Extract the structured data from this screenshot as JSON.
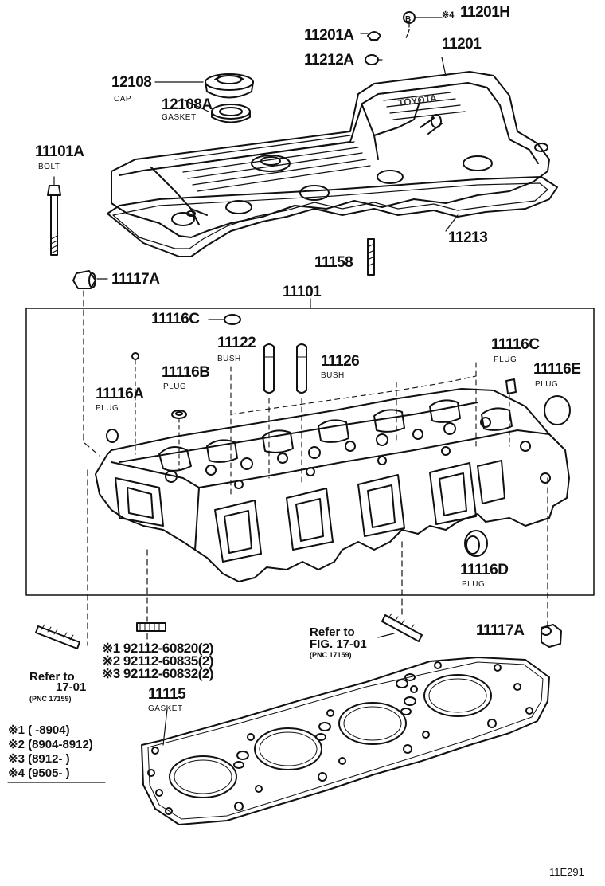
{
  "parts": {
    "p11201H": "11201H",
    "p11201A": "11201A",
    "p11212A": "11212A",
    "p11201": "11201",
    "p12108": "12108",
    "cap": "CAP",
    "p12108A": "12108A",
    "gasket1": "GASKET",
    "p11101A": "11101A",
    "bolt": "BOLT",
    "p11213": "11213",
    "p11158": "11158",
    "p11117A_top": "11117A",
    "p11101": "11101",
    "p11116C_a": "11116C",
    "p11122": "11122",
    "bush1": "BUSH",
    "p11126": "11126",
    "bush2": "BUSH",
    "p11116C_b": "11116C",
    "plug_c": "PLUG",
    "p11116E": "11116E",
    "plug_e": "PLUG",
    "p11116B": "11116B",
    "plug_b": "PLUG",
    "p11116A": "11116A",
    "plug_a": "PLUG",
    "p11116D": "11116D",
    "plug_d": "PLUG",
    "p11117A_bottom": "11117A",
    "stud1": "※1 92112-60820(2)",
    "stud2": "※2 92112-60835(2)",
    "stud3": "※3 92112-60832(2)",
    "p11115": "11115",
    "gasket2": "GASKET"
  },
  "refs": {
    "left_refer": "Refer to",
    "left_fig": "17-01",
    "left_pnc": "(PNC 17159)",
    "right_refer": "Refer to",
    "right_fig": "FIG. 17-01",
    "right_pnc": "(PNC 17159)"
  },
  "legend": {
    "row1": "※1 (      -8904)",
    "row2": "※2 (8904-8912)",
    "row3": "※3 (8912-      )",
    "row4": "※4 (9505-      )"
  },
  "figure_code": "11E291"
}
